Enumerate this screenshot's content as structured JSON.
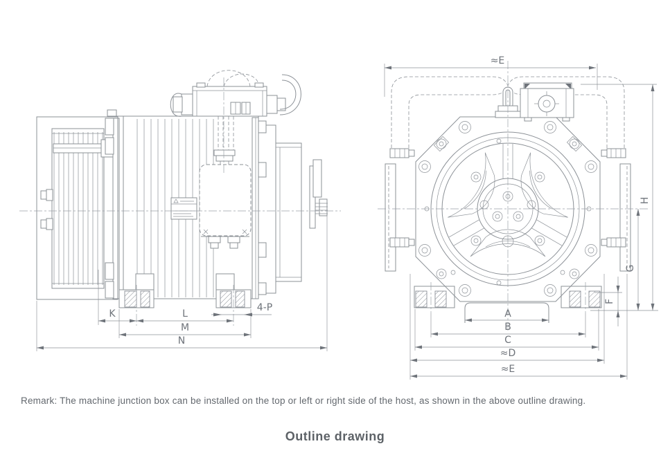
{
  "title": "Outline drawing",
  "remark": "Remark: The machine junction box can be installed on the top or left or right side of the host, as shown in the above outline drawing.",
  "colors": {
    "line": "#8b9096",
    "text": "#6e737a",
    "background": "#ffffff"
  },
  "side_view": {
    "description": "side elevation of traction machine",
    "dims": {
      "k": "K",
      "l": "L",
      "m": "M",
      "n": "N",
      "p": "4-P"
    }
  },
  "front_view": {
    "description": "front elevation of traction machine",
    "dims": {
      "a": "A",
      "b": "B",
      "c": "C",
      "d": "≈D",
      "e_top": "≈E",
      "e_bottom": "≈E",
      "f": "F",
      "g": "G",
      "h": "H"
    }
  }
}
